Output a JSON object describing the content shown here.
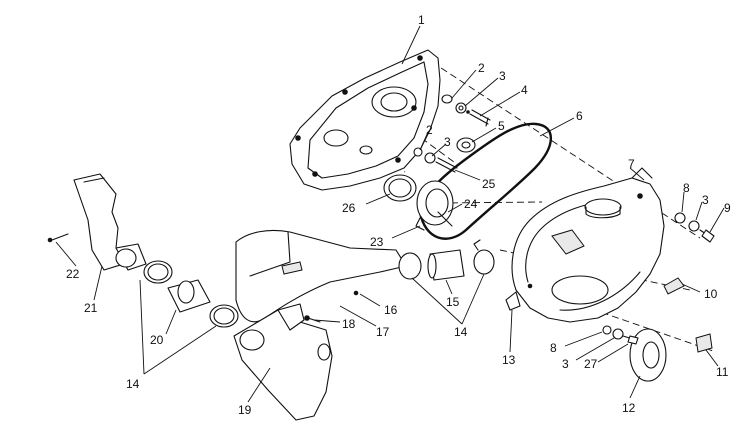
{
  "callouts": {
    "c1": "1",
    "c2a": "2",
    "c3a": "3",
    "c4": "4",
    "c5": "5",
    "c6": "6",
    "c2b": "2",
    "c3b": "3",
    "c25": "25",
    "c26": "26",
    "c24": "24",
    "c23": "23",
    "c7": "7",
    "c8a": "8",
    "c3c": "3",
    "c9": "9",
    "c10": "10",
    "c11": "11",
    "c12": "12",
    "c13": "13",
    "c8b": "8",
    "c3d": "3",
    "c27": "27",
    "c14a": "14",
    "c15": "15",
    "c16": "16",
    "c17": "17",
    "c18": "18",
    "c19": "19",
    "c20": "20",
    "c14b": "14",
    "c21": "21",
    "c22": "22"
  }
}
